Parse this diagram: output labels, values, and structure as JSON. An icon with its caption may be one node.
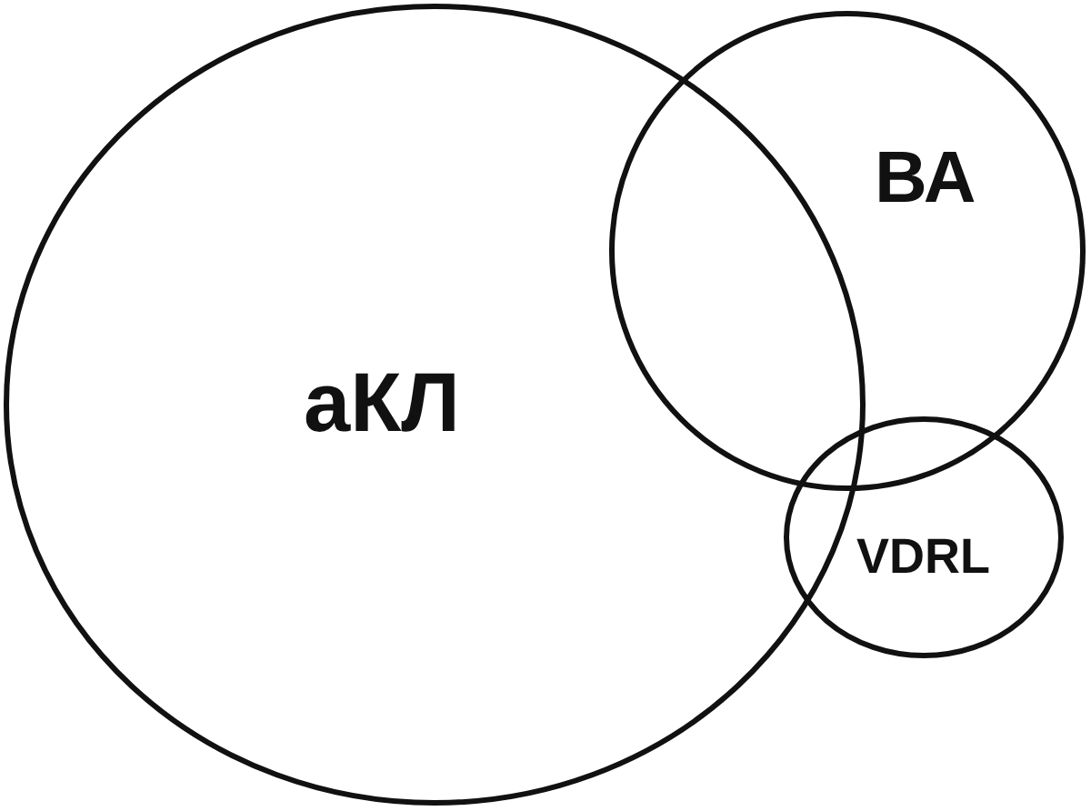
{
  "diagram": {
    "nodes": [
      {
        "text": [
          "аКЛ"
        ]
      },
      {
        "text": [
          "ВА"
        ]
      },
      {
        "text": [
          "VDRL"
        ]
      }
    ]
  }
}
